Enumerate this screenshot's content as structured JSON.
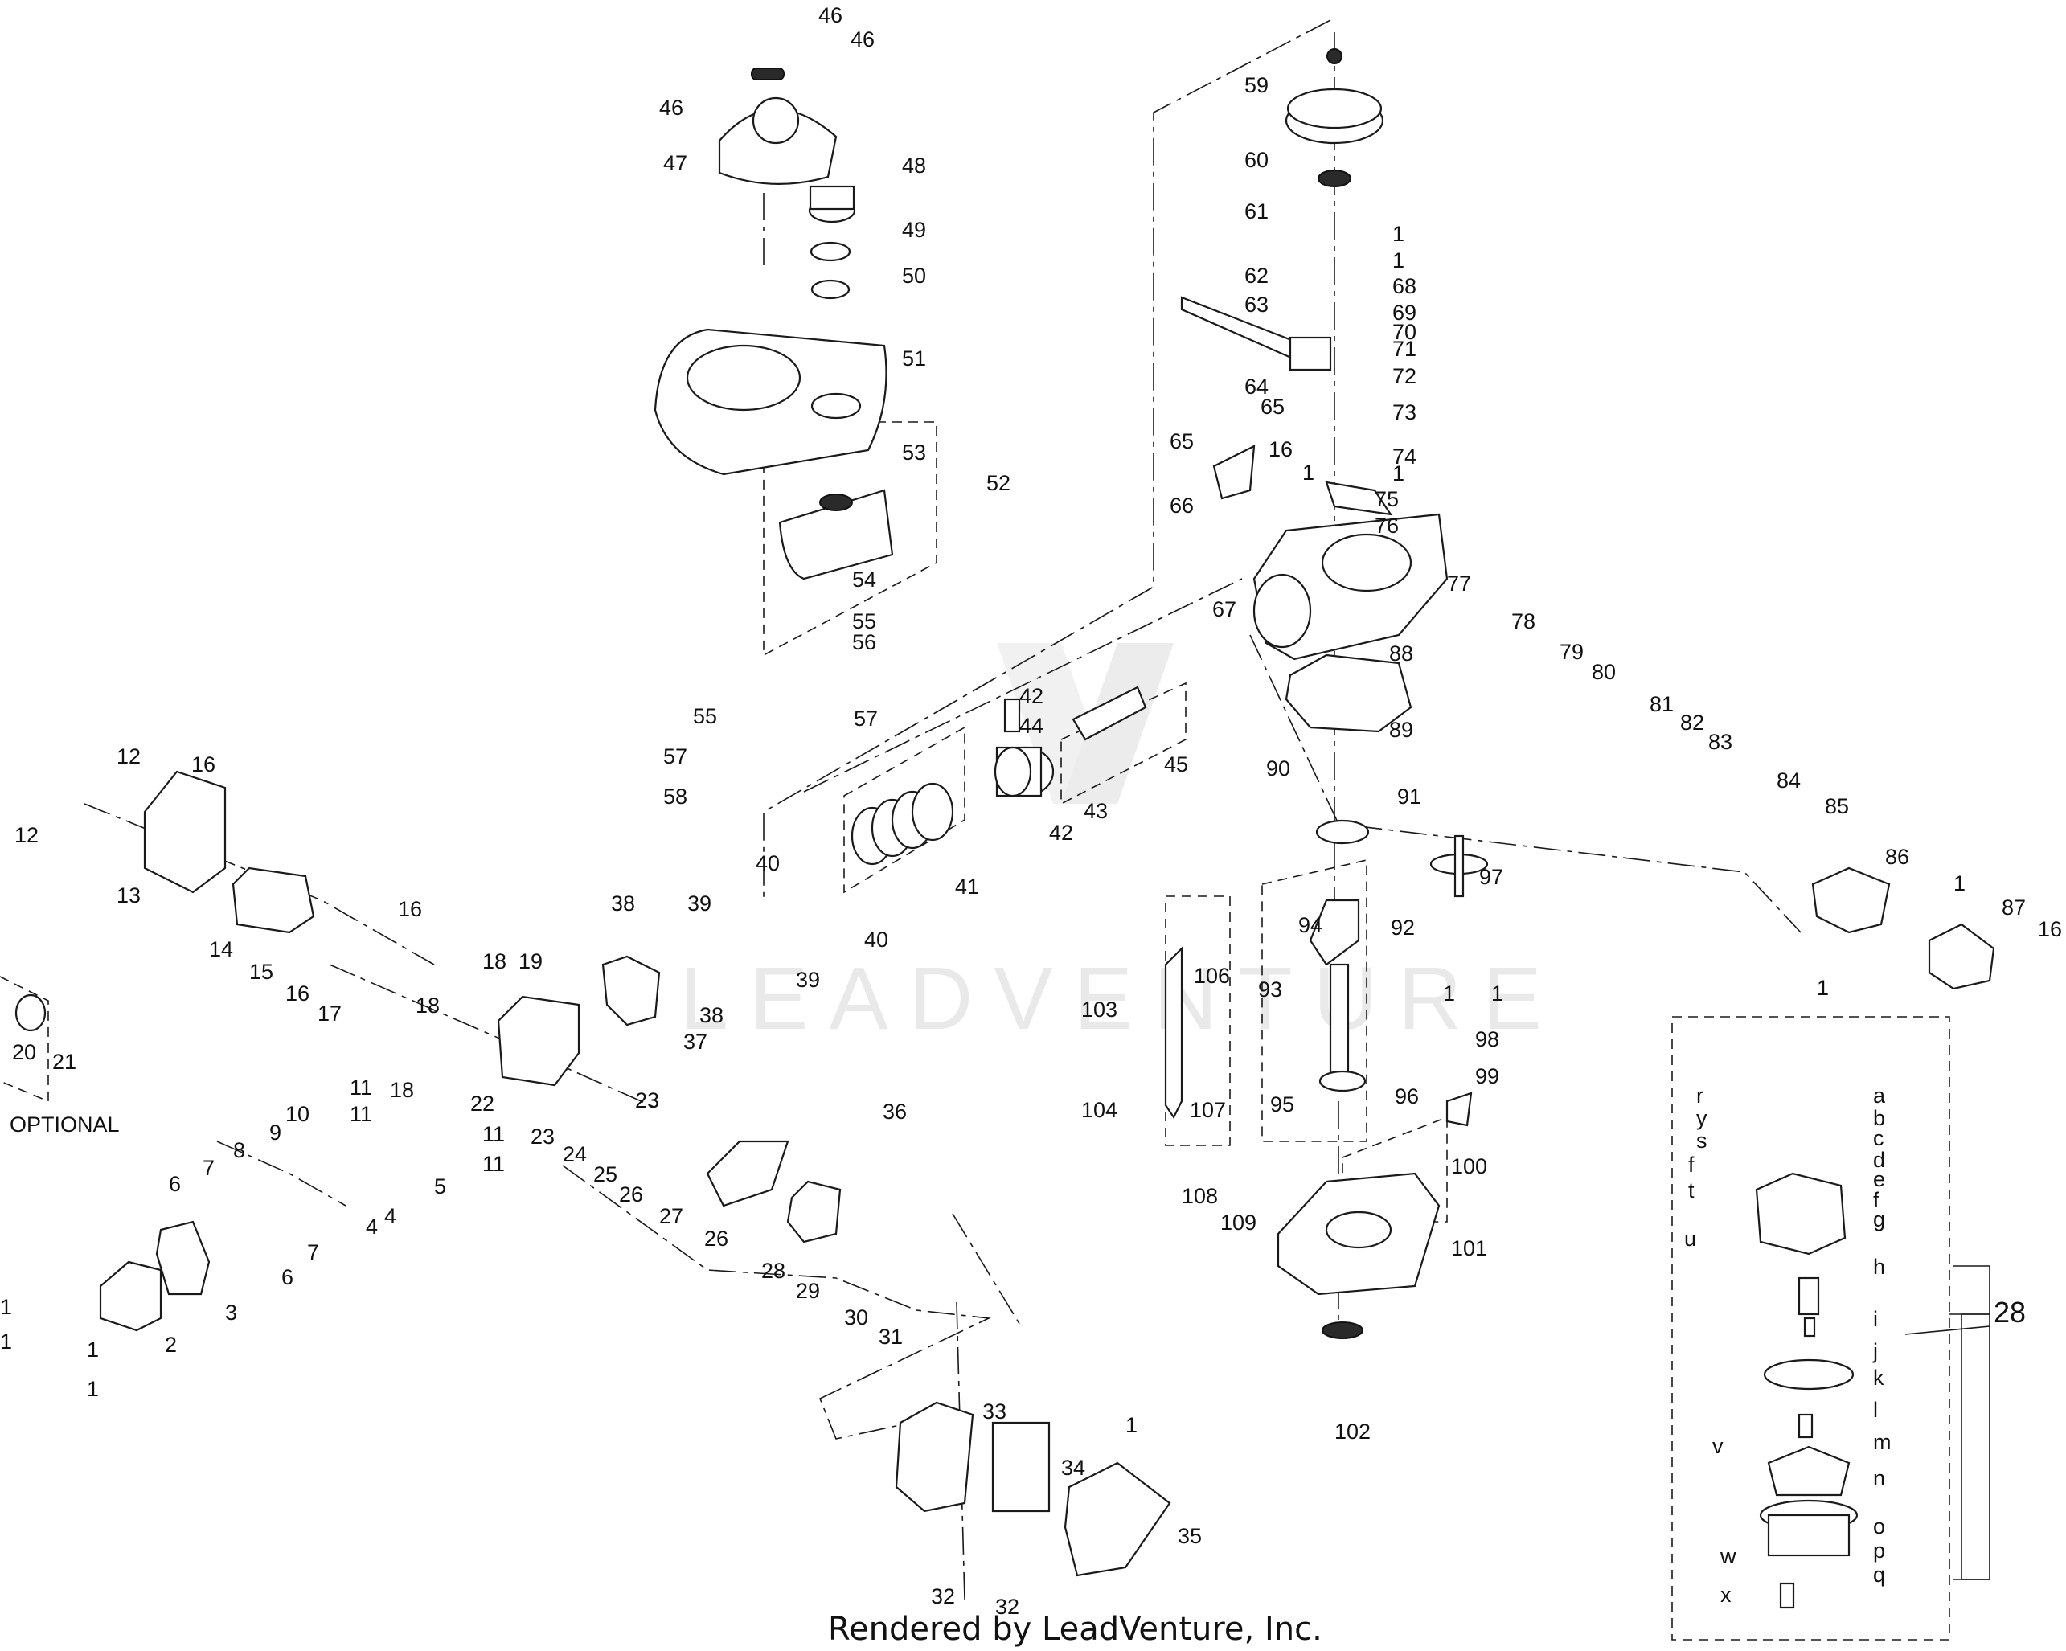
{
  "labels": {
    "p1": "1",
    "p2": "2",
    "p3": "3",
    "p4": "4",
    "p5": "5",
    "p6": "6",
    "p7": "7",
    "p8": "8",
    "p9": "9",
    "p10": "10",
    "p11": "11",
    "p12": "12",
    "p13": "13",
    "p14": "14",
    "p15": "15",
    "p16": "16",
    "p17": "17",
    "p18": "18",
    "p19": "19",
    "p20": "20",
    "p21": "21",
    "p22": "22",
    "p23": "23",
    "p24": "24",
    "p25": "25",
    "p26": "26",
    "p27": "27",
    "p28": "28",
    "p29": "29",
    "p30": "30",
    "p31": "31",
    "p32": "32",
    "p33": "33",
    "p34": "34",
    "p35": "35",
    "p36": "36",
    "p37": "37",
    "p38": "38",
    "p39": "39",
    "p40": "40",
    "p41": "41",
    "p42": "42",
    "p43": "43",
    "p44": "44",
    "p45": "45",
    "p46": "46",
    "p47": "47",
    "p48": "48",
    "p49": "49",
    "p50": "50",
    "p51": "51",
    "p52": "52",
    "p53": "53",
    "p54": "54",
    "p55": "55",
    "p56": "56",
    "p57": "57",
    "p58": "58",
    "p59": "59",
    "p60": "60",
    "p61": "61",
    "p62": "62",
    "p63": "63",
    "p64": "64",
    "p65": "65",
    "p66": "66",
    "p67": "67",
    "p68": "68",
    "p69": "69",
    "p70": "70",
    "p71": "71",
    "p72": "72",
    "p73": "73",
    "p74": "74",
    "p75": "75",
    "p76": "76",
    "p77": "77",
    "p78": "78",
    "p79": "79",
    "p80": "80",
    "p81": "81",
    "p82": "82",
    "p83": "83",
    "p84": "84",
    "p85": "85",
    "p86": "86",
    "p87": "87",
    "p88": "88",
    "p89": "89",
    "p90": "90",
    "p91": "91",
    "p92": "92",
    "p93": "93",
    "p94": "94",
    "p95": "95",
    "p96": "96",
    "p97": "97",
    "p98": "98",
    "p99": "99",
    "p100": "100",
    "p101": "101",
    "p102": "102",
    "p103": "103",
    "p104": "104",
    "p106": "106",
    "p107": "107",
    "p108": "108",
    "p109": "109",
    "a": "a",
    "b": "b",
    "c": "c",
    "d": "d",
    "e": "e",
    "f": "f",
    "g": "g",
    "h": "h",
    "i": "i",
    "j": "j",
    "k": "k",
    "l": "l",
    "m": "m",
    "n": "n",
    "o": "o",
    "p": "p",
    "q": "q",
    "r": "r",
    "s": "s",
    "t": "t",
    "u": "u",
    "v": "v",
    "w": "w",
    "x": "x",
    "y": "y"
  },
  "optional_label": "OPTIONAL",
  "footer": "Rendered by LeadVenture, Inc.",
  "watermark": "LEADVENTURE"
}
